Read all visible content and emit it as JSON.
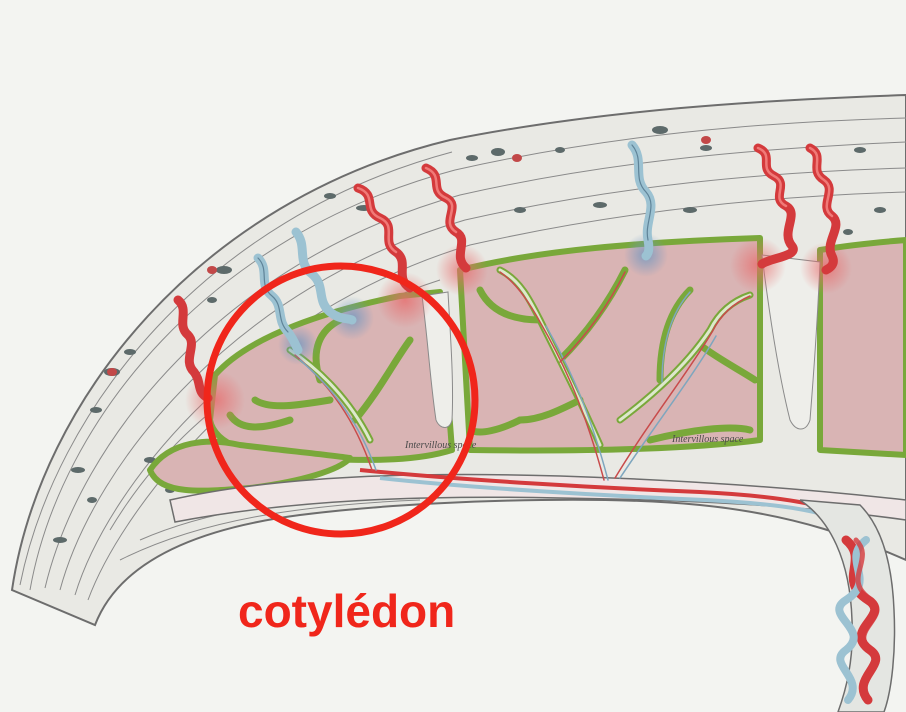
{
  "annotation": {
    "label": "cotylédon",
    "color": "#f0261b"
  },
  "inline_labels": [
    "Intervillous space",
    "Intervillous space"
  ],
  "colors": {
    "background": "#f3f4f1",
    "maternal_tissue": "#e9e9e4",
    "intervillous_space": "#d9b4b4",
    "villus_outline": "#79a83a",
    "villus_fill": "#dde8cc",
    "artery": "#d43a3c",
    "vein": "#9cc2d2",
    "line_art": "#7a7a7a"
  }
}
